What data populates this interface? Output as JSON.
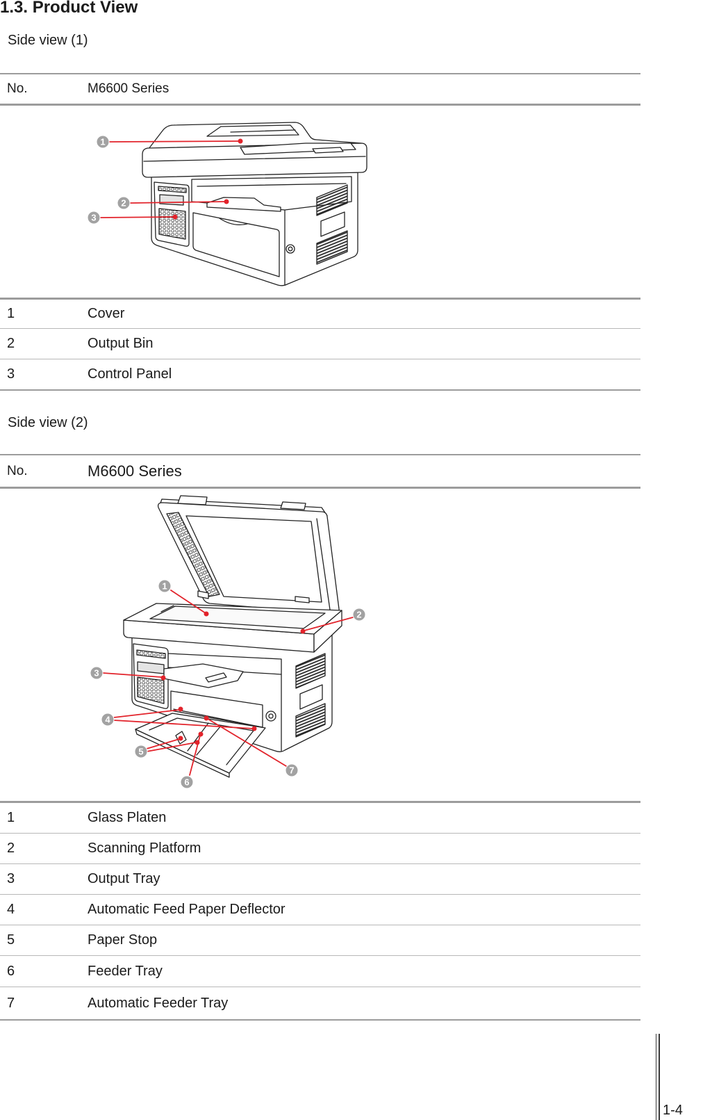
{
  "section_title": "1.3. Product View",
  "views": [
    {
      "caption": "Side view (1)",
      "header": {
        "no": "No.",
        "model": "M6600 Series"
      },
      "callouts": [
        "1",
        "2",
        "3"
      ],
      "parts": [
        {
          "no": "1",
          "name": "Cover"
        },
        {
          "no": "2",
          "name": "Output Bin"
        },
        {
          "no": "3",
          "name": "Control Panel"
        }
      ]
    },
    {
      "caption": "Side view (2)",
      "header": {
        "no": "No.",
        "model": "M6600 Series"
      },
      "callouts": [
        "1",
        "2",
        "3",
        "4",
        "5",
        "6",
        "7"
      ],
      "parts": [
        {
          "no": "1",
          "name": "Glass Platen"
        },
        {
          "no": "2",
          "name": "Scanning Platform"
        },
        {
          "no": "3",
          "name": "Output Tray"
        },
        {
          "no": "4",
          "name": "Automatic Feed Paper Deflector"
        },
        {
          "no": "5",
          "name": "Paper Stop"
        },
        {
          "no": "6",
          "name": "Feeder Tray"
        },
        {
          "no": "7",
          "name": "Automatic Feeder Tray"
        }
      ]
    }
  ],
  "page_number": "1-4",
  "colors": {
    "callout": "#e2232b",
    "callout_badge": "#a2a2a2",
    "rule": "#9c9c9c",
    "row_separator": "#b8b8b8",
    "text": "#1b1b1b"
  }
}
